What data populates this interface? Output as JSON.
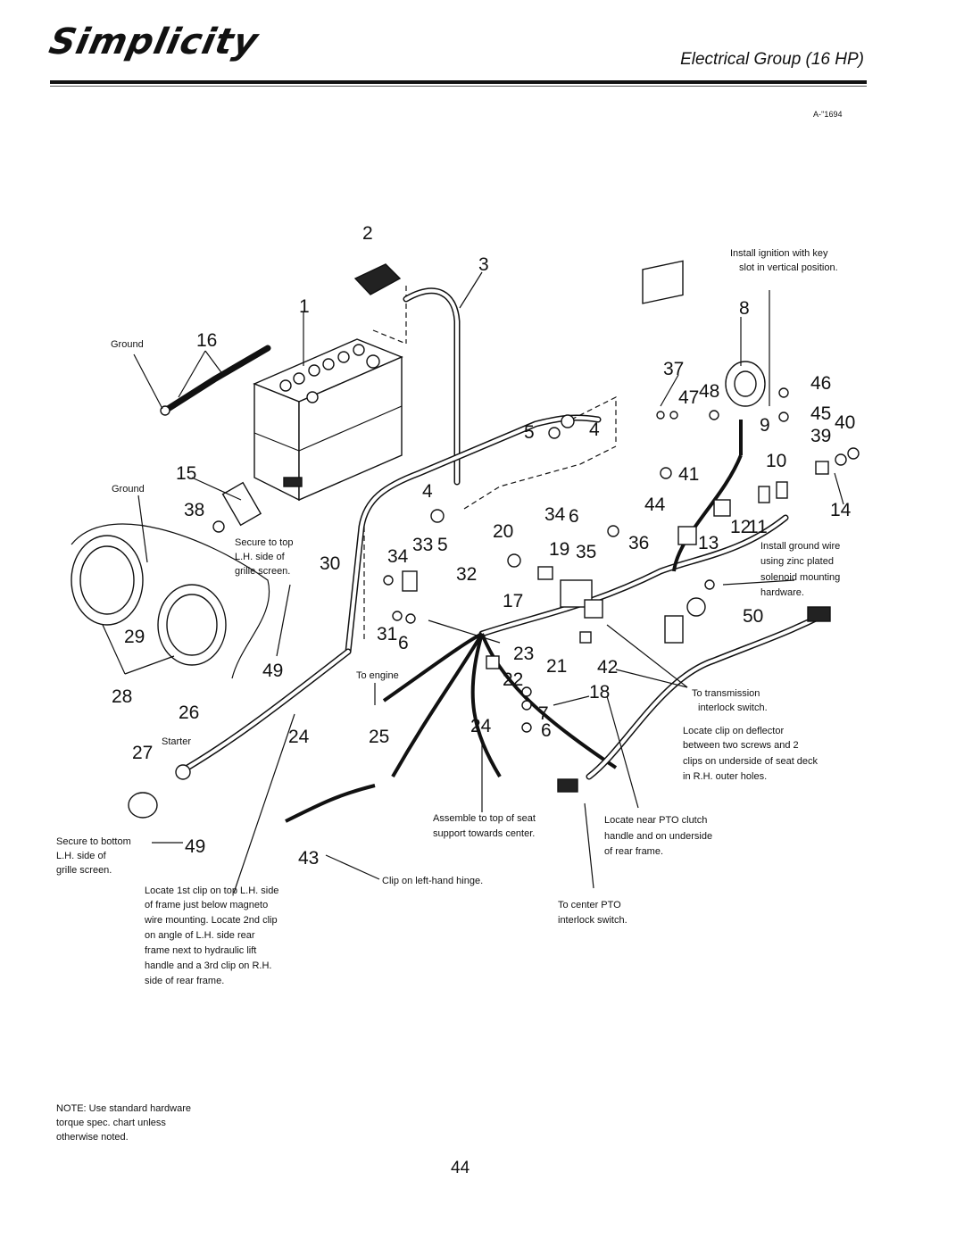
{
  "header": {
    "brand": "Simplicity",
    "title": "Electrical Group (16 HP)",
    "code": "A-''1694"
  },
  "callouts": [
    "2",
    "3",
    "1",
    "16",
    "8",
    "37",
    "46",
    "48",
    "47",
    "45",
    "9",
    "39",
    "40",
    "4",
    "5",
    "15",
    "38",
    "10",
    "14",
    "4",
    "34",
    "6",
    "44",
    "41",
    "11",
    "12",
    "20",
    "19",
    "36",
    "13",
    "35",
    "34",
    "33",
    "5",
    "30",
    "32",
    "17",
    "50",
    "31",
    "6",
    "29",
    "49",
    "23",
    "21",
    "42",
    "22",
    "18",
    "7",
    "6",
    "28",
    "26",
    "24",
    "27",
    "24",
    "25",
    "49",
    "43"
  ],
  "labels": {
    "ground_top": "Ground",
    "ground_mid": "Ground",
    "secure_top": [
      "Secure to top",
      "L.H. side of",
      "grille screen."
    ],
    "ignition": [
      "Install ignition with key",
      "slot in vertical position."
    ],
    "install_ground": [
      "Install ground wire",
      "using zinc plated",
      "solenoid mounting",
      "hardware."
    ],
    "to_engine": "To engine",
    "starter": "Starter",
    "to_transmission": [
      "To transmission",
      "interlock switch."
    ],
    "locate_clip": [
      "Locate clip on deflector",
      "between two screws and 2",
      "clips on underside of seat deck",
      "in R.H. outer holes."
    ],
    "secure_bottom": [
      "Secure to bottom",
      "L.H. side of",
      "grille screen."
    ],
    "assemble": [
      "Assemble to top of seat",
      "support towards center."
    ],
    "locate_near": [
      "Locate near PTO clutch",
      "handle and on underside",
      "of rear frame."
    ],
    "clip_hinge": "Clip on left-hand hinge.",
    "center_pto": [
      "To center PTO",
      "interlock switch."
    ],
    "locate_first": [
      "Locate 1st clip on top L.H. side",
      "of frame just below magneto",
      "wire mounting. Locate 2nd clip",
      "on angle of L.H. side rear",
      "frame next to hydraulic lift",
      "handle and a 3rd clip on R.H.",
      "side of rear frame."
    ]
  },
  "footer": {
    "note": [
      "NOTE: Use standard hardware",
      "torque spec. chart unless",
      "otherwise noted."
    ],
    "page": "44"
  }
}
